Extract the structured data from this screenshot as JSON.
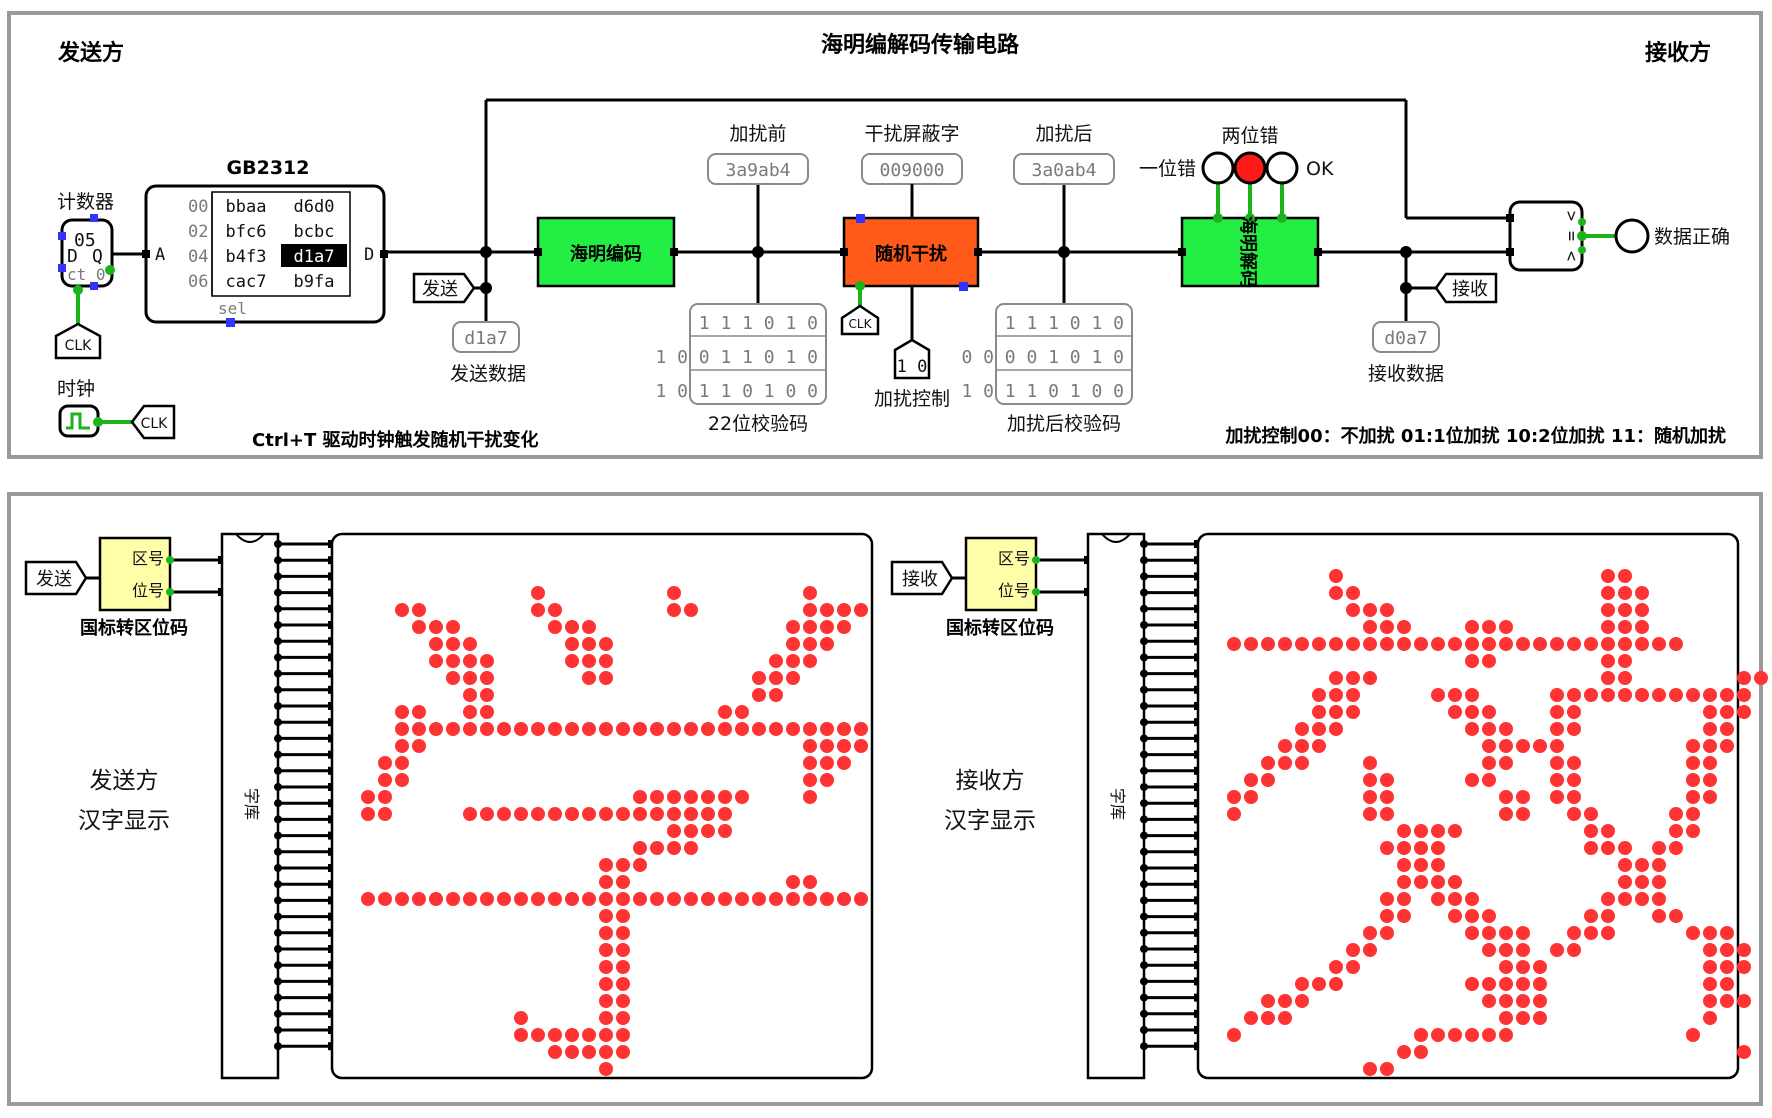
{
  "colors": {
    "encoder_fill": "#22ee44",
    "interference_fill": "#ff5a1a",
    "led_red": "#ff1a1a",
    "dot_red": "#ff3333",
    "wire_green": "#1db31d",
    "pin_blue": "#3333ff",
    "frame_border": "#9a9a9a"
  },
  "top": {
    "title": "海明编解码传输电路",
    "sender_label": "发送方",
    "receiver_label": "接收方",
    "counter": {
      "label": "计数器",
      "value": "05",
      "pin_d": "D",
      "pin_q": "Q",
      "ct": "ct 0",
      "clk_label": "CLK"
    },
    "clock": {
      "label": "时钟",
      "clk_label": "CLK"
    },
    "rom": {
      "title": "GB2312",
      "pin_a": "A",
      "pin_d": "D",
      "sel": "sel",
      "rows": [
        {
          "addr": "00",
          "v1": "bbaa",
          "v2": "d6d0"
        },
        {
          "addr": "02",
          "v1": "bfc6",
          "v2": "bcbc"
        },
        {
          "addr": "04",
          "v1": "b4f3",
          "v2": "d1a7"
        },
        {
          "addr": "06",
          "v1": "cac7",
          "v2": "b9fa"
        }
      ]
    },
    "send_tag": "发送",
    "send_probe": "d1a7",
    "send_data_label": "发送数据",
    "encoder_label": "海明编码",
    "before_label": "加扰前",
    "before_value": "3a9ab4",
    "mask_label": "干扰屏蔽字",
    "mask_value": "009000",
    "after_label": "加扰后",
    "after_value": "3a0ab4",
    "interference_label": "随机干扰",
    "interference_clk": "CLK",
    "control_value": "1 0",
    "control_label": "加扰控制",
    "check22_rows": [
      "1 1 1 0 1 0",
      "1 0 0 1 1 0 1 0",
      "1 0 1 1 0 1 0 0"
    ],
    "check22_label": "22位校验码",
    "check_after_rows": [
      "1 1 1 0 1 0",
      "0 0 0 0 1 0 1 0",
      "1 0 1 1 0 1 0 0"
    ],
    "check_after_label": "加扰后校验码",
    "decoder_label": "海明解码",
    "one_error": "一位错",
    "two_error": "两位错",
    "ok_label": "OK",
    "recv_tag": "接收",
    "recv_probe": "d0a7",
    "recv_data_label": "接收数据",
    "comparator_symbols": [
      ">",
      "=",
      "<"
    ],
    "data_correct": "数据正确",
    "ctrl_hint": "Ctrl+T 驱动时钟触发随机干扰变化",
    "control_hint": "加扰控制00：不加扰  01:1位加扰 10:2位加扰 11：随机加扰"
  },
  "bottom": {
    "left": {
      "tag": "发送",
      "zone_label": "区号",
      "pos_label": "位号",
      "convert_label": "国标转区位码",
      "font_lib": "字库",
      "caption_line1": "发送方",
      "caption_line2": "汉字显示",
      "glyph_rows": [
        "................................",
        "..........#.......#.......#.....",
        "..##......##......##......####..",
        "...###.....###...........####...",
        "....###.....###..........###....",
        "....####....###.........###.....",
        ".....###.....##........###......",
        "......##...............##.......",
        "..##..##.............##.........",
        "..############################..",
        "..##......................####..",
        ".##.......................###...",
        ".##.......................##....",
        "##..............#######...#.....",
        "##....################.........",
        "..................####..........",
        "................####............",
        "..............###...............",
        "..............##.........##.....",
        "##############################..",
        "..............##................",
        "..............##................",
        "..............##................",
        "..............##................",
        "..............##................",
        "..............##................",
        ".........#....##................",
        ".........#######................",
        "...........#####................",
        "..............#................."
      ]
    },
    "right": {
      "tag": "接收",
      "zone_label": "区号",
      "pos_label": "位号",
      "convert_label": "国标转区位码",
      "font_lib": "字库",
      "caption_line1": "接收方",
      "caption_line2": "汉字显示",
      "glyph_rows": [
        "......#...............##........",
        "......##..............###.......",
        ".......###............###.......",
        "........###...###.....###.......",
        "###########################.....",
        "..............##......##........",
        "......###.............##......##",
        ".....###....###....############.",
        ".....###.....###...##.......###.",
        "....###.......###..##.......##..",
        "...###.........#####.......###..",
        "..###...#......##..##......##...",
        ".##.....##....##...##......##...",
        "##......##......##.##......##...",
        "#.......##......##..##....##....",
        "..........####.......##...##....",
        ".........####........###.##.....",
        "..........###..........###......",
        "..........####.........###......",
        ".........##.###.......####......",
        ".........##..###.....##..##.....",
        "........##....####..###....###..",
        ".......##......###.##.......###.",
        "......##........###.........###.",
        "....###.......#####.........##..",
        "..###..........####.........###.",
        ".###............###.........#...",
        "#..........######..........#....",
        "..........##..................#.",
        "........##......................"
      ]
    }
  }
}
